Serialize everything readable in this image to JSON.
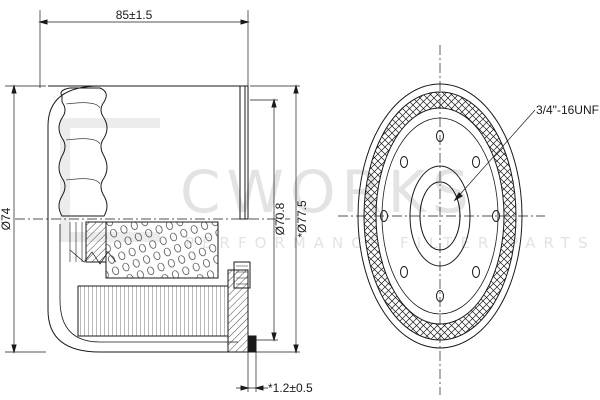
{
  "dimensions": {
    "length": "85±1.5",
    "body_diameter": "Ø74",
    "gasket_inner": "Ø70.8",
    "gasket_outer": "*Ø77.5",
    "gasket_thickness": "*1.2±0.5",
    "thread": "3/4\"-16UNF"
  },
  "watermark": {
    "brand": "CWORKS",
    "tagline": "PERFORMANCE FILTER PARTS"
  },
  "colors": {
    "line": "#1a1a1a",
    "watermark": "#e3e3e3"
  }
}
